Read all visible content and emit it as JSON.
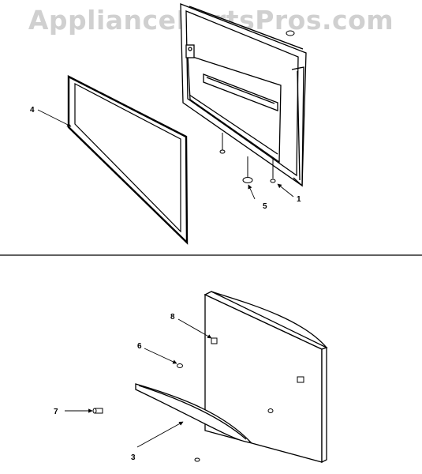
{
  "watermark": "AppliancePartsPros.com",
  "callouts": {
    "c1": "1",
    "c3": "3",
    "c4": "4",
    "c5": "5",
    "c6": "6",
    "c7": "7",
    "c8": "8"
  }
}
